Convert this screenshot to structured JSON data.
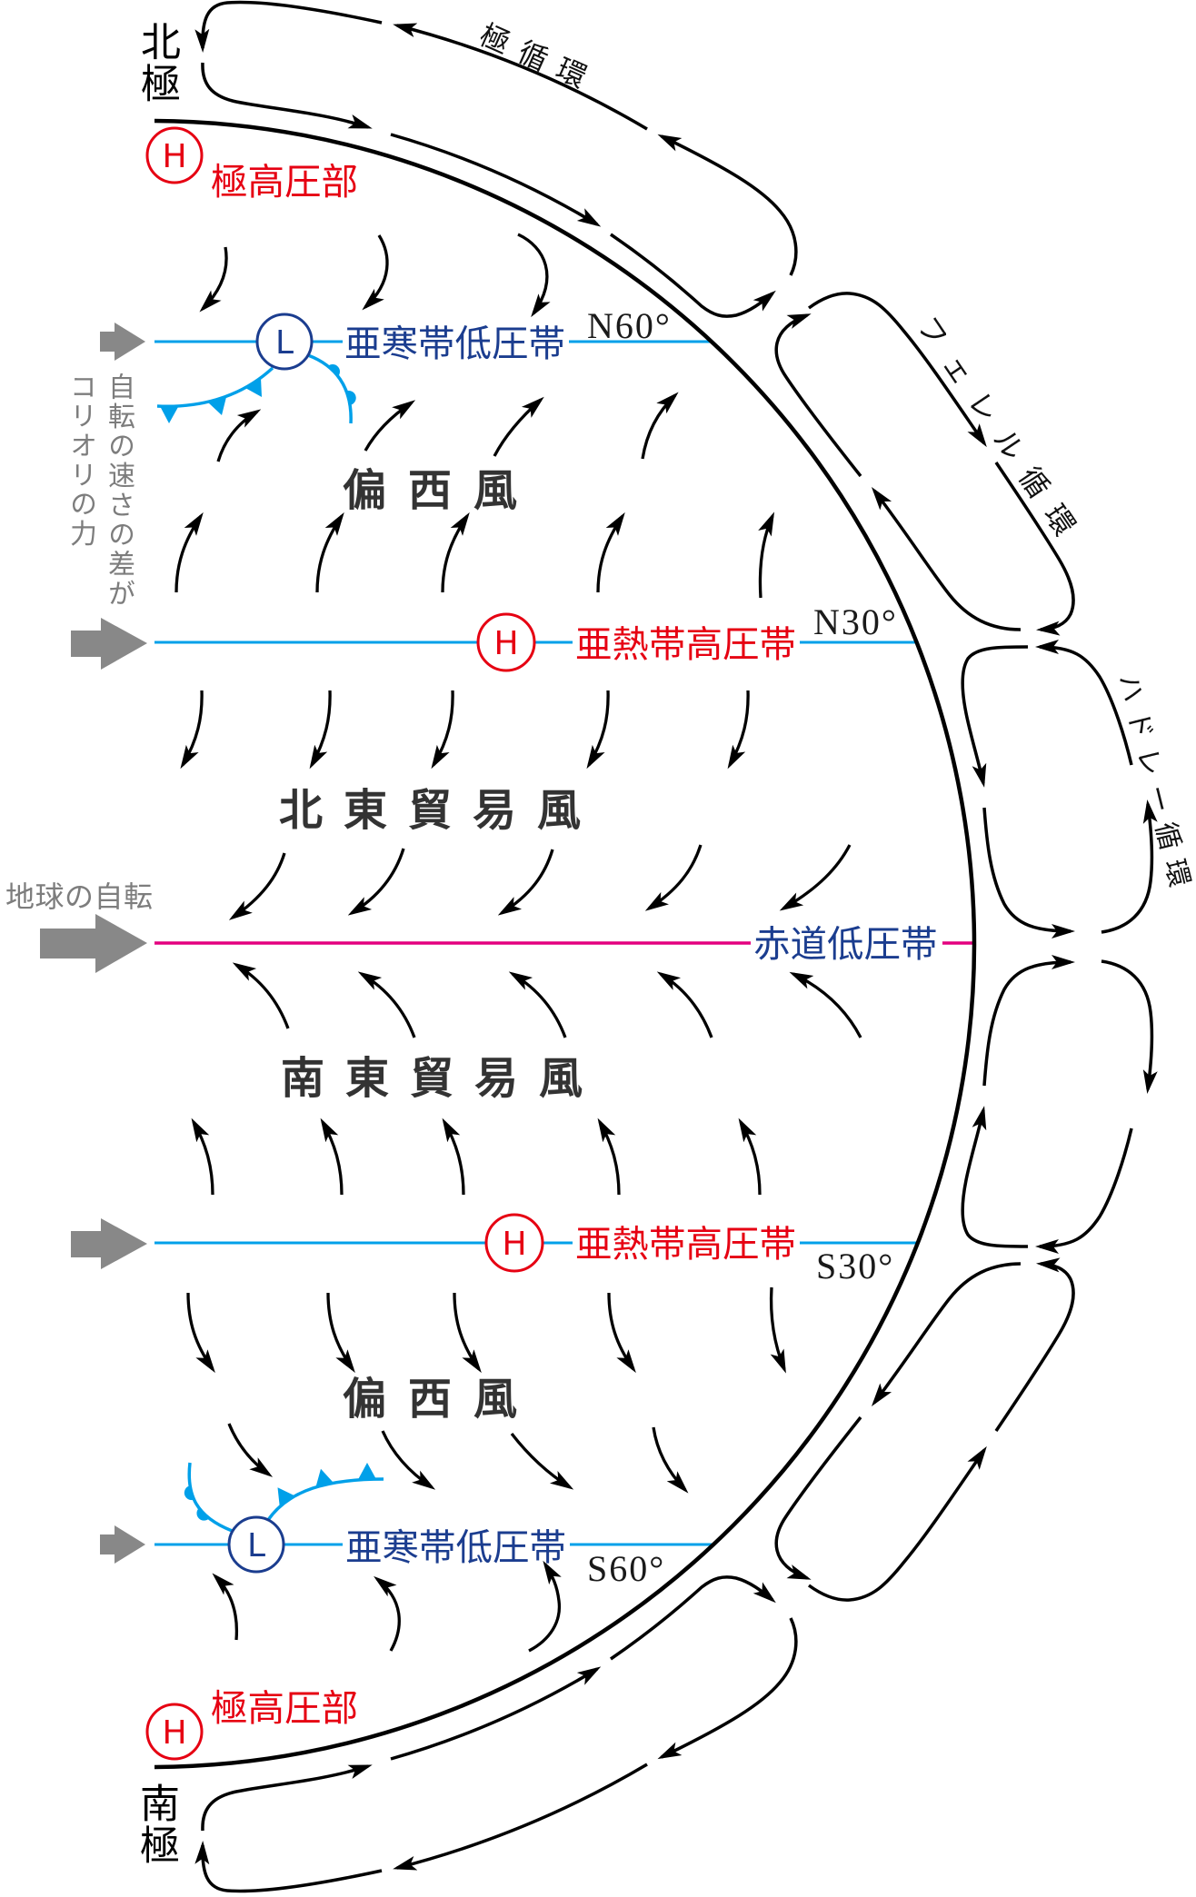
{
  "poles": {
    "north": "北極",
    "south": "南極"
  },
  "circulation_cells": {
    "polar": "極循環",
    "ferrel": "フェレル循環",
    "hadley": "ハドレー循環"
  },
  "pressure_belts": {
    "north_polar_high": "極高圧部",
    "north_subpolar_low": "亜寒帯低圧帯",
    "north_subtropical_high": "亜熱帯高圧帯",
    "equatorial_low": "赤道低圧帯",
    "south_subtropical_high": "亜熱帯高圧帯",
    "south_subpolar_low": "亜寒帯低圧帯",
    "south_polar_high": "極高圧部"
  },
  "latitudes": {
    "n60": "N60°",
    "n30": "N30°",
    "s30": "S30°",
    "s60": "S60°"
  },
  "winds": {
    "north_westerlies": "偏西風",
    "northeast_trades": "北東貿易風",
    "southeast_trades": "南東貿易風",
    "south_westerlies": "偏西風"
  },
  "pressure_symbols": {
    "high": "H",
    "low": "L"
  },
  "annotations": {
    "earth_rotation": "地球の自転",
    "coriolis_cause": "自転の速さの差が",
    "coriolis_force": "コリオリの力"
  },
  "colors": {
    "high_pressure": "#e60012",
    "low_pressure": "#1b3d8f",
    "latitude_line_and_fronts": "#00a0e9",
    "equator_line": "#e4007f",
    "rotation_arrow": "#888888",
    "annotation_text": "#7d7d7d",
    "wind_label": "#333333",
    "flow_arrow": "#000000"
  }
}
